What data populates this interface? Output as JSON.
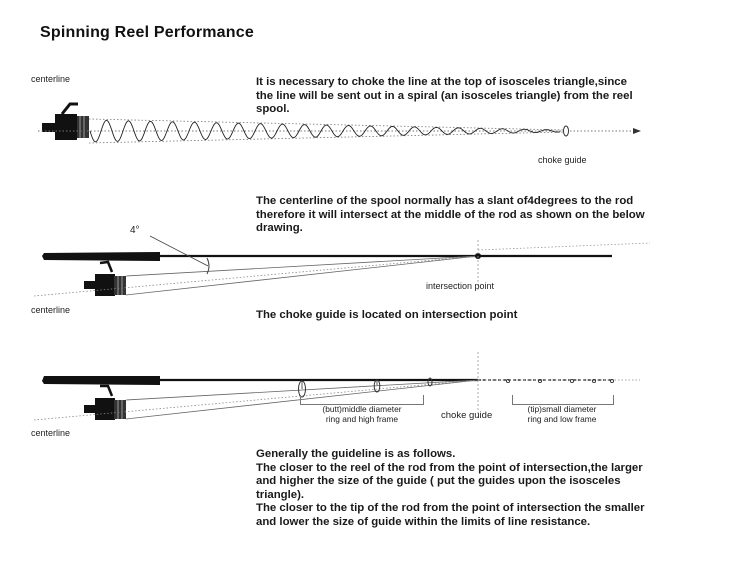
{
  "title": "Spinning Reel Performance",
  "section1": {
    "centerline_label": "centerline",
    "text_lines": [
      "It is necessary to choke the line at the top of isosceles triangle,since",
      "the line will be sent out in a spiral (an isosceles triangle) from the reel",
      "spool."
    ],
    "choke_guide_label": "choke guide"
  },
  "section2": {
    "text_lines": [
      "The centerline of the spool normally has a slant of4degrees to the rod",
      "therefore it will intersect at the middle of the rod as shown on the below",
      "drawing."
    ],
    "angle_label": "4°",
    "intersection_label": "intersection point",
    "centerline_label": "centerline",
    "choke_text": "The choke guide is located on intersection point"
  },
  "section3": {
    "butt_label_line1": "(butt)middle diameter",
    "butt_label_line2": "ring and high frame",
    "choke_guide_label": "choke guide",
    "tip_label_line1": "(tip)small diameter",
    "tip_label_line2": "ring and low frame",
    "centerline_label": "centerline"
  },
  "guideline": {
    "text_lines": [
      "Generally the guideline is as follows.",
      "The closer to the reel of the rod from the point of intersection,the larger",
      "and higher the size of the guide ( put the guides upon the isosceles",
      "triangle).",
      "The closer to the tip of the rod from the point of intersection the smaller",
      "and lower the size of guide within the limits of line resistance."
    ]
  },
  "colors": {
    "ink": "#111111",
    "rod": "#1a1a1a",
    "dotted": "#888888"
  }
}
